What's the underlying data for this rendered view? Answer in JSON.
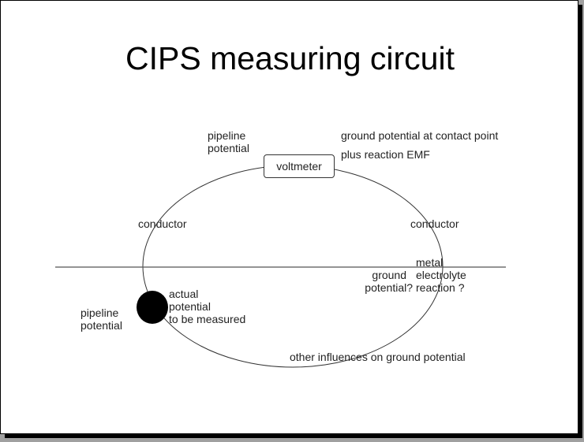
{
  "title": "CIPS measuring circuit",
  "labels": {
    "pipeline_potential_top": [
      "pipeline",
      "potential"
    ],
    "ground_contact": "ground potential at contact point",
    "reaction_emf": "plus reaction EMF",
    "voltmeter": "voltmeter",
    "conductor_left": "conductor",
    "conductor_right": "conductor",
    "metal_electrolyte": [
      "metal",
      "electrolyte",
      "reaction ?"
    ],
    "ground_potential": [
      "ground",
      "potential?"
    ],
    "actual_potential": [
      "actual",
      "potential",
      "to be measured"
    ],
    "pipeline_potential_bottom": [
      "pipeline",
      "potential"
    ],
    "other_influences": "other influences on ground potential"
  }
}
